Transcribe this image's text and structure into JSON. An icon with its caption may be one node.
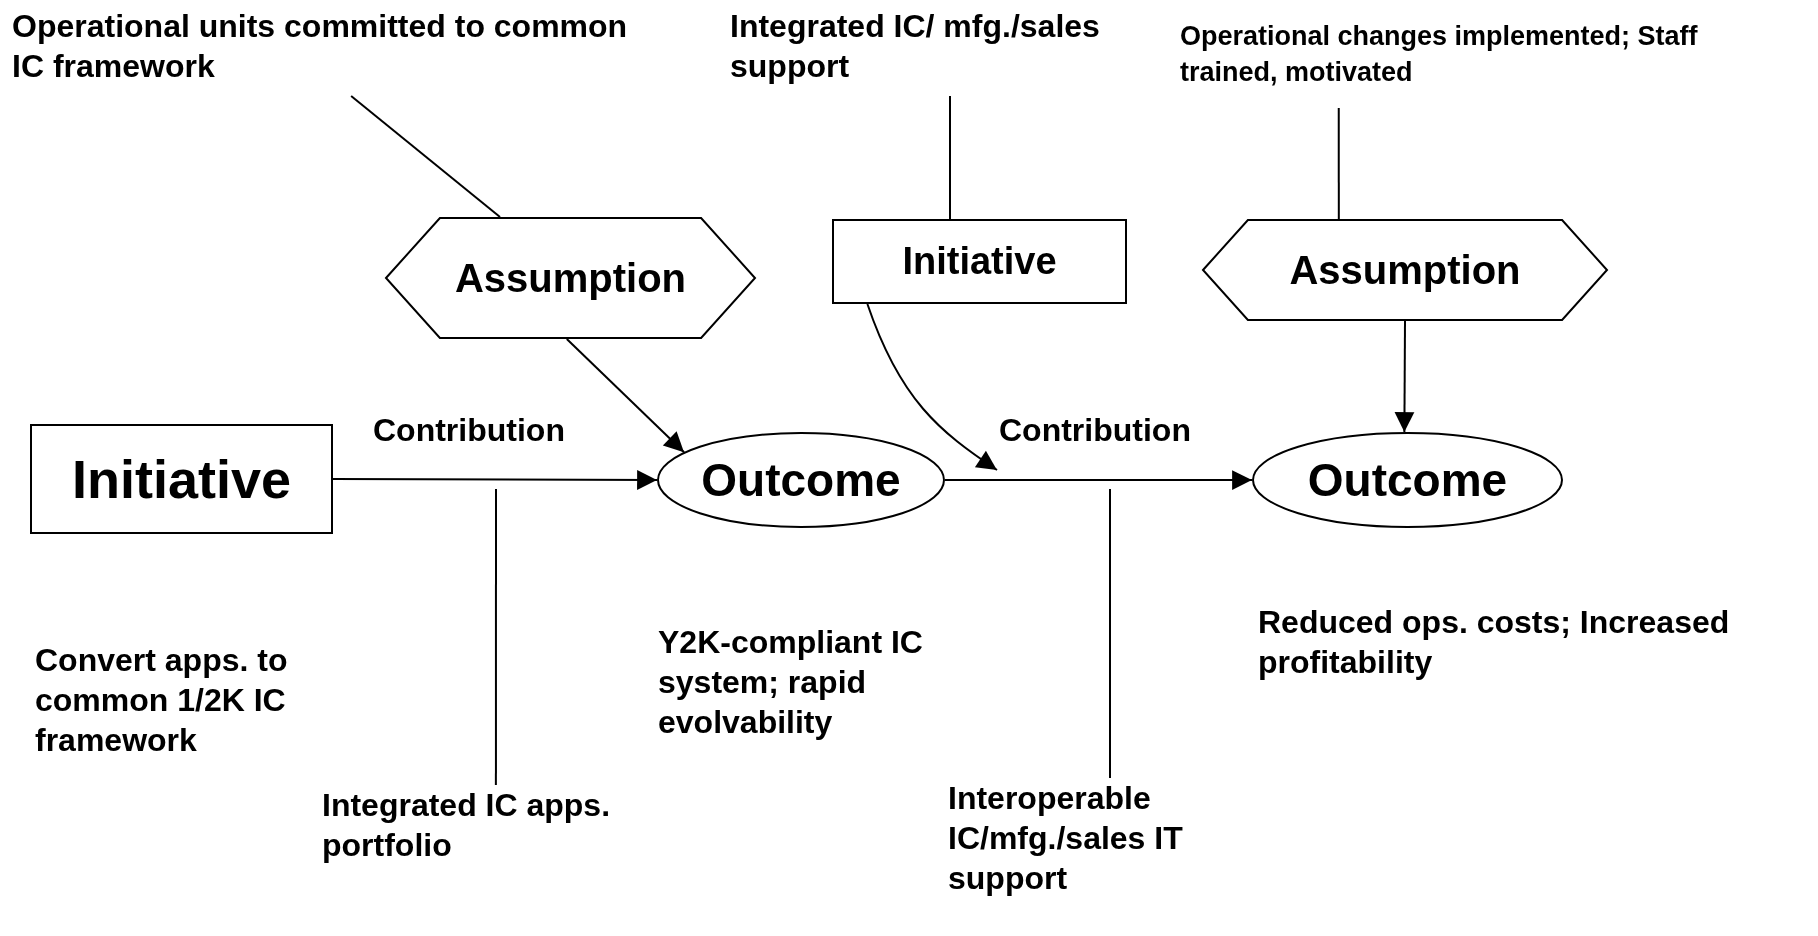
{
  "diagram": {
    "nodes": [
      {
        "text": [
          "Initiative"
        ]
      },
      {
        "text": [
          "Assumption"
        ]
      },
      {
        "text": [
          "Outcome"
        ]
      },
      {
        "text": [
          "Initiative"
        ]
      },
      {
        "text": [
          "Assumption"
        ]
      },
      {
        "text": [
          "Outcome"
        ]
      },
      {
        "text": [
          "Operational units committed to common IC framework"
        ]
      },
      {
        "text": [
          "Integrated IC/ mfg./sales support"
        ]
      },
      {
        "text": [
          "Operational changes implemented; Staff trained, motivated"
        ]
      },
      {
        "text": [
          "Integrated IC apps. portfolio"
        ]
      },
      {
        "text": [
          "Interoperable IC/mfg./sales IT support"
        ]
      }
    ],
    "edges": [
      {
        "from": 0,
        "to": 2,
        "arrow": "to",
        "label": "Contribution"
      },
      {
        "from": 2,
        "to": 5,
        "arrow": "to",
        "label": "Contribution"
      },
      {
        "from": 1,
        "to": 2,
        "arrow": "to"
      },
      {
        "from": 3,
        "to": null,
        "arrow": "to"
      },
      {
        "from": 4,
        "to": 5,
        "arrow": "to"
      },
      {
        "from": 6,
        "to": 1,
        "arrow": "none"
      },
      {
        "from": 7,
        "to": 3,
        "arrow": "none"
      },
      {
        "from": 8,
        "to": 4,
        "arrow": "none"
      },
      {
        "from": 9,
        "to": null,
        "arrow": "none"
      },
      {
        "from": 10,
        "to": null,
        "arrow": "none"
      }
    ],
    "labels": [
      "Convert apps. to common 1/2K IC framework",
      "Y2K-compliant IC system; rapid evolvability",
      "Reduced ops. costs; Increased profitability"
    ]
  }
}
